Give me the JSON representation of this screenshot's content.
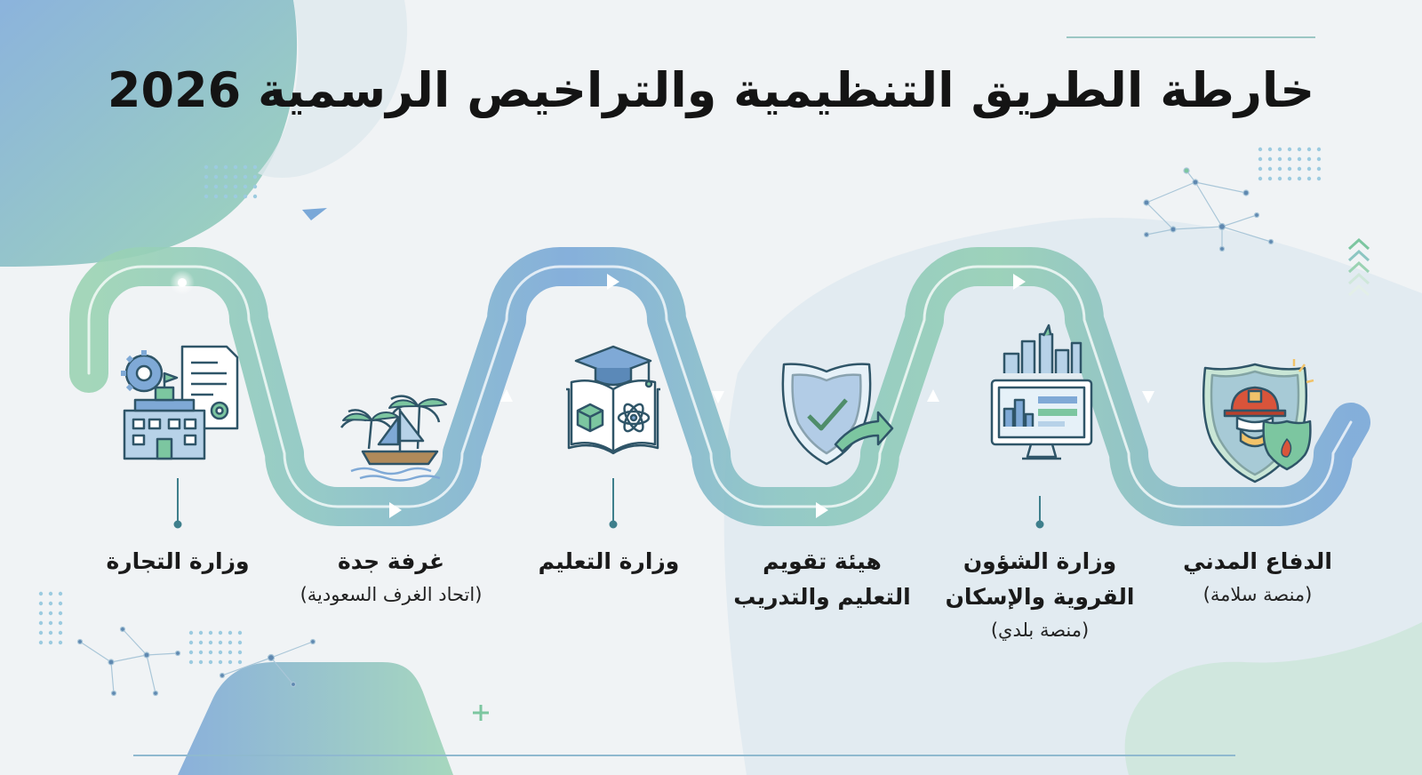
{
  "title": "خارطة الطريق التنظيمية والتراخيص الرسمية 2026",
  "colors": {
    "green": "#8ccfaa",
    "blue": "#7ba6d6",
    "icon_stroke": "#2f5568",
    "icon_blue": "#7fa9d6",
    "icon_green": "#7cc6a0",
    "fire_red": "#d9543a"
  },
  "steps": [
    {
      "icon": "ministry-of-commerce-icon",
      "name": "وزارة التجارة",
      "sub": ""
    },
    {
      "icon": "jeddah-chamber-icon",
      "name": "غرفة جدة",
      "sub": "(اتحاد الغرف السعودية)"
    },
    {
      "icon": "ministry-of-education-icon",
      "name": "وزارة التعليم",
      "sub": ""
    },
    {
      "icon": "education-training-evaluation-icon",
      "name_lines": [
        "هيئة تقويم",
        "التعليم والتدريب"
      ],
      "sub": ""
    },
    {
      "icon": "municipal-housing-icon",
      "name_lines": [
        "وزارة الشؤون",
        "القروية والإسكان"
      ],
      "sub": "(منصة بلدي)"
    },
    {
      "icon": "civil-defense-icon",
      "name": "الدفاع المدني",
      "sub": "(منصة سلامة)"
    }
  ]
}
